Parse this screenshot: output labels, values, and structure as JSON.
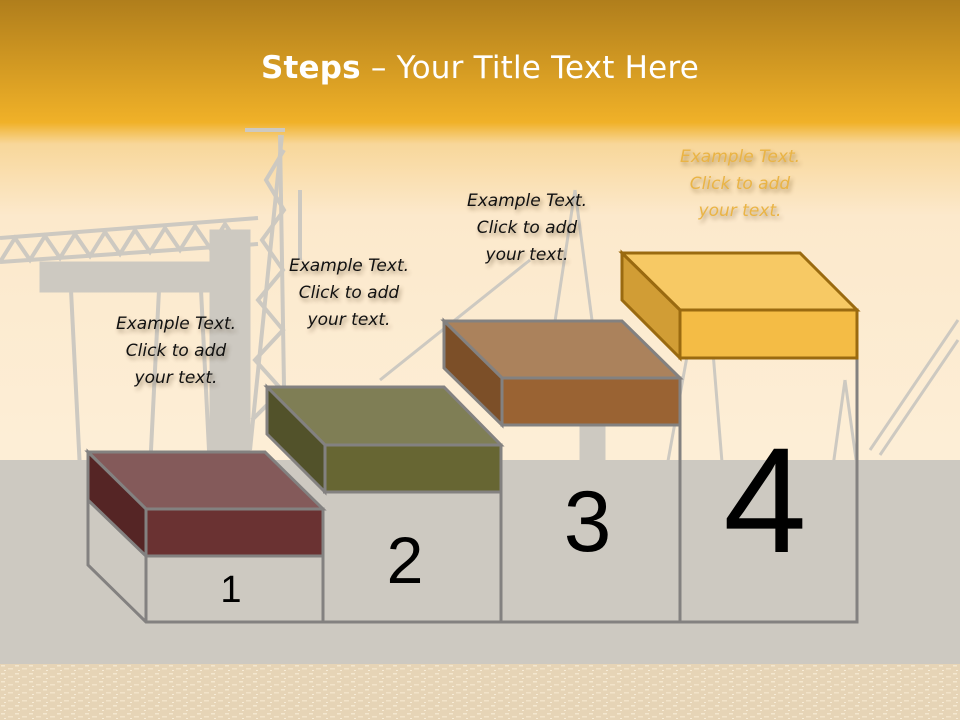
{
  "slide": {
    "title_bold": "Steps",
    "title_rest": " – Your Title Text Here",
    "colors": {
      "header_top": "#b07e1c",
      "header_bottom": "#f0b128",
      "background_light": "#fdecd0",
      "ground": "#cdc9c1",
      "outline": "#838180"
    }
  },
  "steps": [
    {
      "number": "1",
      "caption": [
        "Example Text.",
        "Click  to add",
        "your text."
      ],
      "colors": {
        "top": "#845a5a",
        "front": "#6a3232",
        "side": "#552525"
      }
    },
    {
      "number": "2",
      "caption": [
        "Example Text.",
        "Click  to add",
        "your text."
      ],
      "colors": {
        "top": "#7f7e55",
        "front": "#676633",
        "side": "#52522a"
      }
    },
    {
      "number": "3",
      "caption": [
        "Example Text.",
        "Click  to add",
        "your text."
      ],
      "colors": {
        "top": "#ab825c",
        "front": "#9a6333",
        "side": "#7c4f28"
      }
    },
    {
      "number": "4",
      "caption": [
        "Example Text.",
        "Click  to add",
        "your text."
      ],
      "colors": {
        "top": "#f7c964",
        "front": "#f4bc45",
        "side": "#d19d35"
      }
    }
  ]
}
